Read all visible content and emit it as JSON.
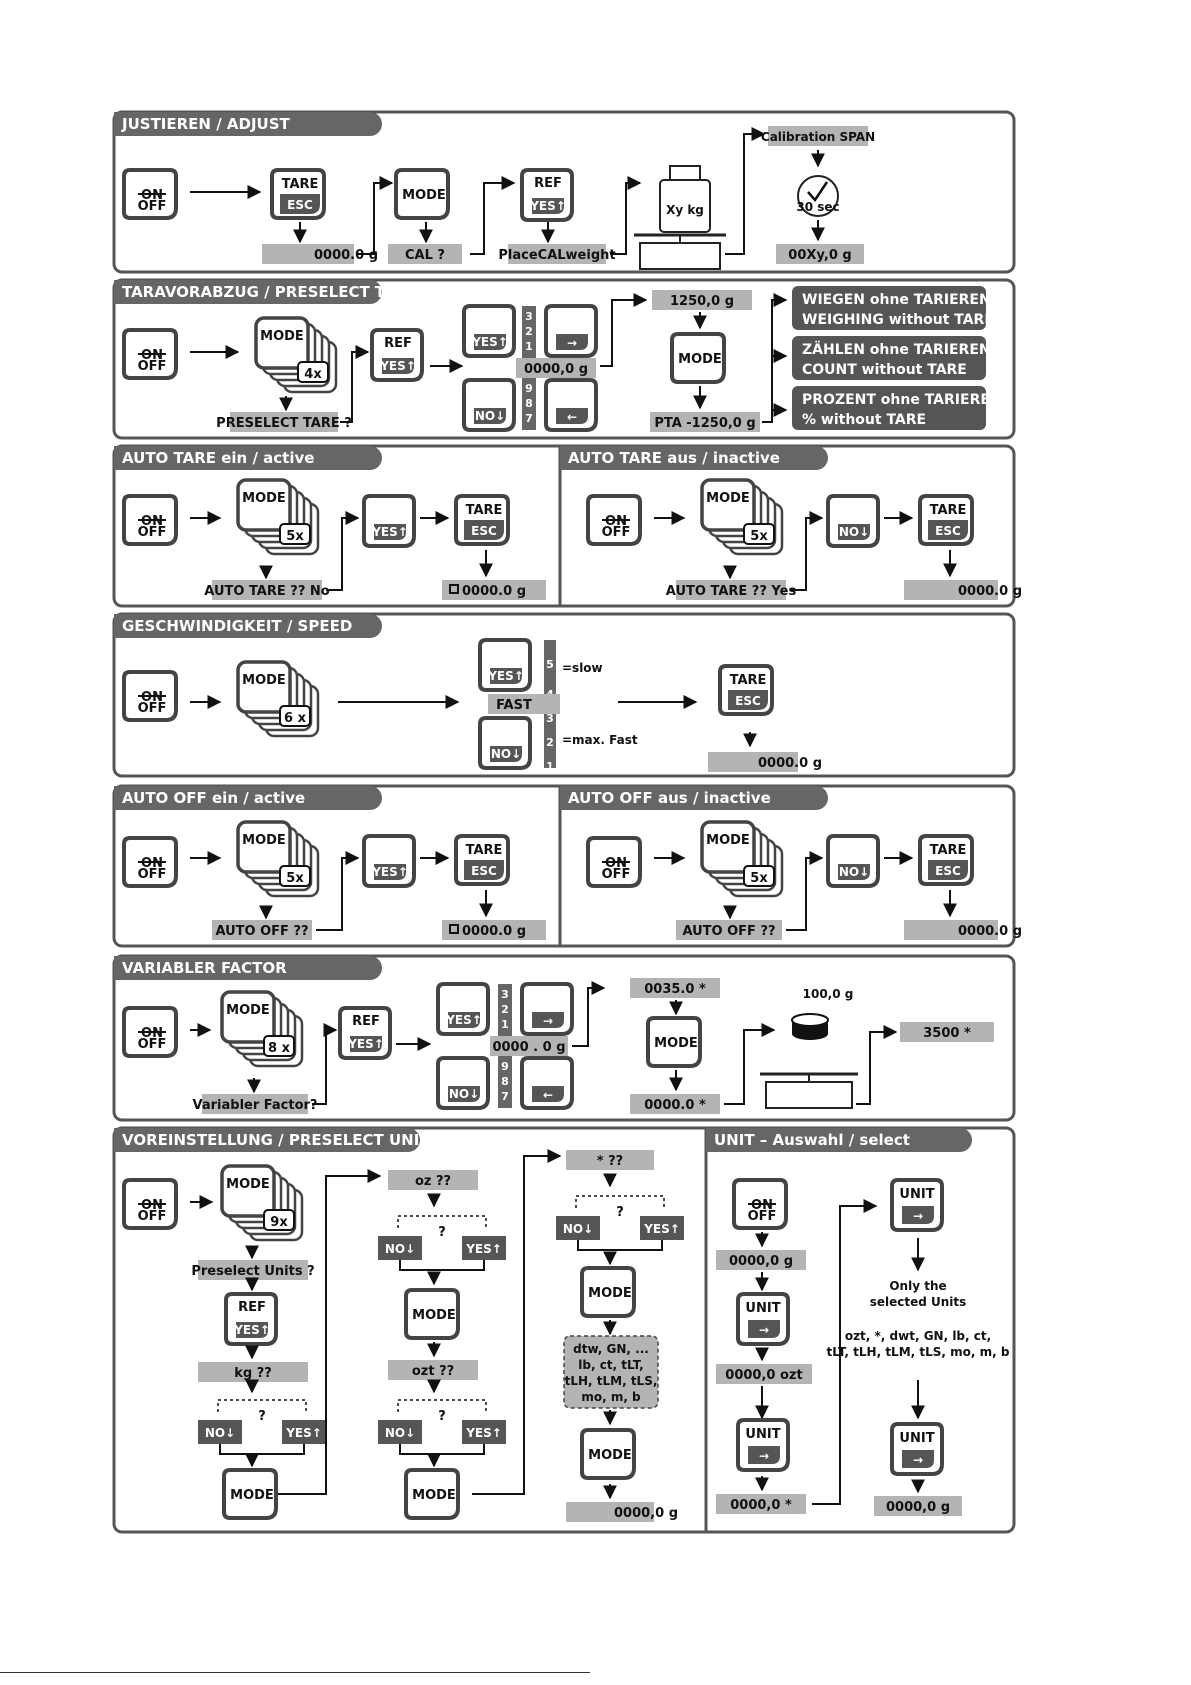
{
  "adjust": {
    "title": "JUSTIEREN / ADJUST",
    "display1": "0000.0 g",
    "display2": "CAL ?",
    "display3": "PlaceCALweight",
    "span_label": "Calibration SPAN",
    "timer": "30 sec",
    "weight_label": "Xy kg",
    "result": "00Xy,0 g"
  },
  "preselect_tare": {
    "title": "TARAVORABZUG / PRESELECT TARE",
    "times": "4x",
    "prompt": "PRESELECT TARE ?",
    "digits_up": [
      "3",
      "2",
      "1"
    ],
    "digits_down": [
      "9",
      "8",
      "7"
    ],
    "entry": "0000,0 g",
    "entry_value": "1250,0 g",
    "pta": "PTA  -1250,0 g",
    "modes": [
      [
        "WIEGEN ohne TARIEREN",
        "WEIGHING without TARE"
      ],
      [
        "ZÄHLEN ohne TARIEREN",
        "COUNT without TARE"
      ],
      [
        "PROZENT ohne TARIEREN",
        "% without TARE"
      ]
    ]
  },
  "auto_tare": {
    "left_title": "AUTO TARE     ein / active",
    "right_title": "AUTO TARE     aus / inactive",
    "times": "5x",
    "left_prompt": "AUTO TARE ??  No",
    "right_prompt": "AUTO TARE ??  Yes",
    "left_display": "0000.0 g",
    "right_display": "0000.0 g"
  },
  "speed": {
    "title": "GESCHWINDIGKEIT / SPEED",
    "times": "6 x",
    "scale": [
      "5",
      "4",
      "3",
      "2",
      "1"
    ],
    "current": "FAST",
    "slow": "=slow",
    "fast": "=max. Fast",
    "display": "0000.0 g"
  },
  "auto_off": {
    "left_title": "AUTO OFF     ein / active",
    "right_title": "AUTO OFF     aus / inactive",
    "times": "5x",
    "prompt": "AUTO OFF ??",
    "left_display": "0000.0 g",
    "right_display": "0000.0 g"
  },
  "factor": {
    "title": "VARIABLER FACTOR",
    "times": "8 x",
    "prompt": "Variabler Factor?",
    "digits_up": [
      "3",
      "2",
      "1"
    ],
    "digits_down": [
      "9",
      "8",
      "7"
    ],
    "entry": "0000 . 0 g",
    "value": "0035.0 *",
    "display": "0000.0 *",
    "weight": "100,0 g",
    "result": "3500 *"
  },
  "preselect_unit": {
    "title": "VOREINSTELLUNG / PRESELECT UNIT",
    "times": "9x",
    "prompt": "Preselect Units ?",
    "q1": "kg ??",
    "q2": "oz ??",
    "q3": "ozt ??",
    "q4": "*         ??",
    "units_list": [
      "dtw, GN, ...",
      "lb, ct, tLT,",
      "tLH, tLM, tLS,",
      "mo, m, b"
    ],
    "display": "0000,0 g"
  },
  "unit_select": {
    "title": "UNIT –  Auswahl / select",
    "d1": "0000,0 g",
    "d2": "0000,0 ozt",
    "d3": "0000,0 *",
    "d4": "0000,0 g",
    "note": [
      "Only the",
      "selected Units"
    ],
    "units": [
      "ozt, *, dwt, GN, lb, ct,",
      "tLT, tLH, tLM, tLS, mo, m, b"
    ]
  },
  "keys": {
    "on": "ON",
    "off": "OFF",
    "tare": "TARE",
    "esc": "ESC",
    "mode": "MODE",
    "ref": "REF",
    "yes": "YES",
    "no": "NO",
    "unit": "UNIT",
    "q": "?"
  }
}
